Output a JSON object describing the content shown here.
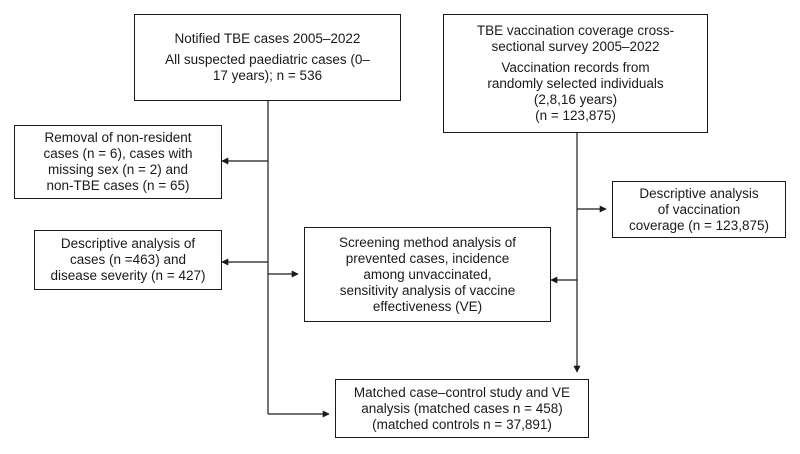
{
  "boxes": {
    "notified": {
      "heading": "Notified TBE cases 2005–2022",
      "lines": [
        "All suspected paediatric cases (0–",
        "17 years); n = 536"
      ]
    },
    "survey": {
      "heading_lines": [
        "TBE vaccination coverage cross-",
        "sectional survey 2005–2022"
      ],
      "lines": [
        "Vaccination records from",
        "randomly selected individuals",
        "(2,8,16 years)",
        "(n = 123,875)"
      ]
    },
    "removal": {
      "lines": [
        "Removal of non-resident",
        "cases (n = 6), cases with",
        "missing sex (n = 2) and",
        "non-TBE cases (n = 65)"
      ]
    },
    "descriptive_cases": {
      "lines": [
        "Descriptive analysis of",
        "cases (n =463) and",
        "disease severity (n = 427)"
      ]
    },
    "screening": {
      "lines": [
        "Screening method analysis of",
        "prevented cases, incidence",
        "among unvaccinated,",
        "sensitivity analysis of vaccine",
        "effectiveness (VE)"
      ]
    },
    "descriptive_coverage": {
      "lines": [
        "Descriptive analysis",
        "of vaccination",
        "coverage (n = 123,875)"
      ]
    },
    "matched": {
      "lines": [
        "Matched case–control study and VE",
        "analysis (matched cases n = 458)",
        "(matched controls n = 37,891)"
      ]
    }
  }
}
